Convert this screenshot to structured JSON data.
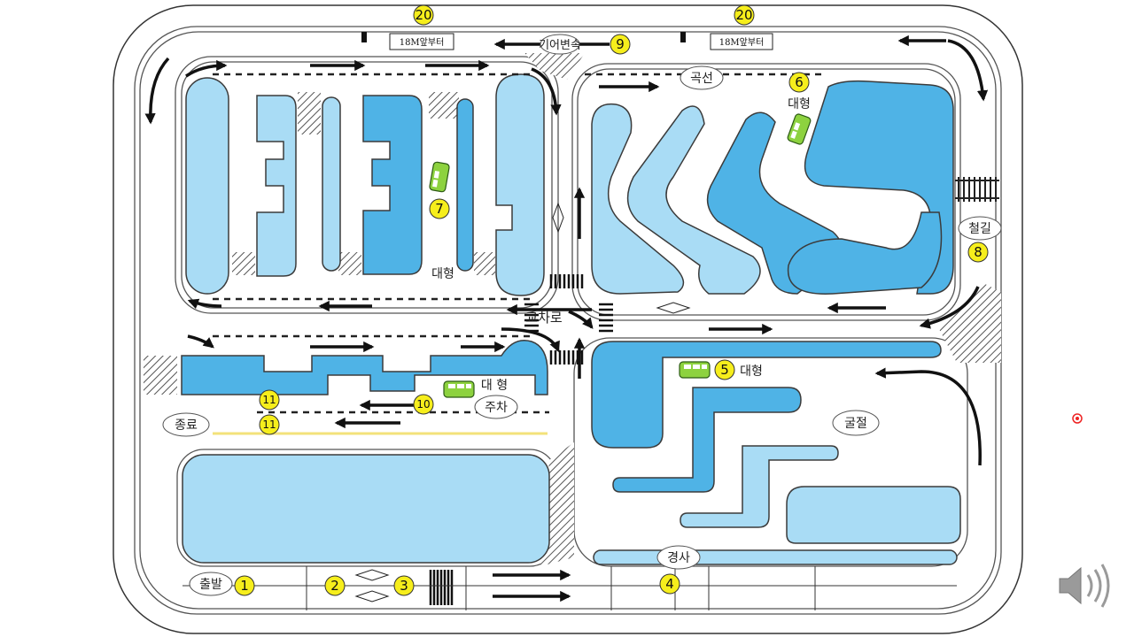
{
  "labels": {
    "top_sign_left": "18M앞부터",
    "top_sign_right": "18M앞부터",
    "gear_shift": "기어변속",
    "curve": "곡선",
    "large_top": "대형",
    "large_center": "대형",
    "railroad": "철길",
    "intersection": "교차로",
    "large_right": "대형",
    "large_parking": "대 형",
    "parking": "주차",
    "end": "종료",
    "crank": "굴절",
    "slope": "경사",
    "start": "출발"
  },
  "markers": {
    "m1": "1",
    "m2": "2",
    "m3": "3",
    "m4": "4",
    "m5": "5",
    "m6": "6",
    "m7": "7",
    "m8": "8",
    "m9": "9",
    "m10": "10",
    "m11a": "11",
    "m11b": "11",
    "m20a": "20",
    "m20b": "20"
  },
  "colors": {
    "pool_light": "#a9dcf5",
    "pool_dark": "#4fb3e6",
    "marker": "#f6ee1c",
    "bus": "#8dd23f"
  },
  "icons": {
    "speaker": "speaker-icon",
    "cursor": "red-dot-cursor-icon"
  }
}
